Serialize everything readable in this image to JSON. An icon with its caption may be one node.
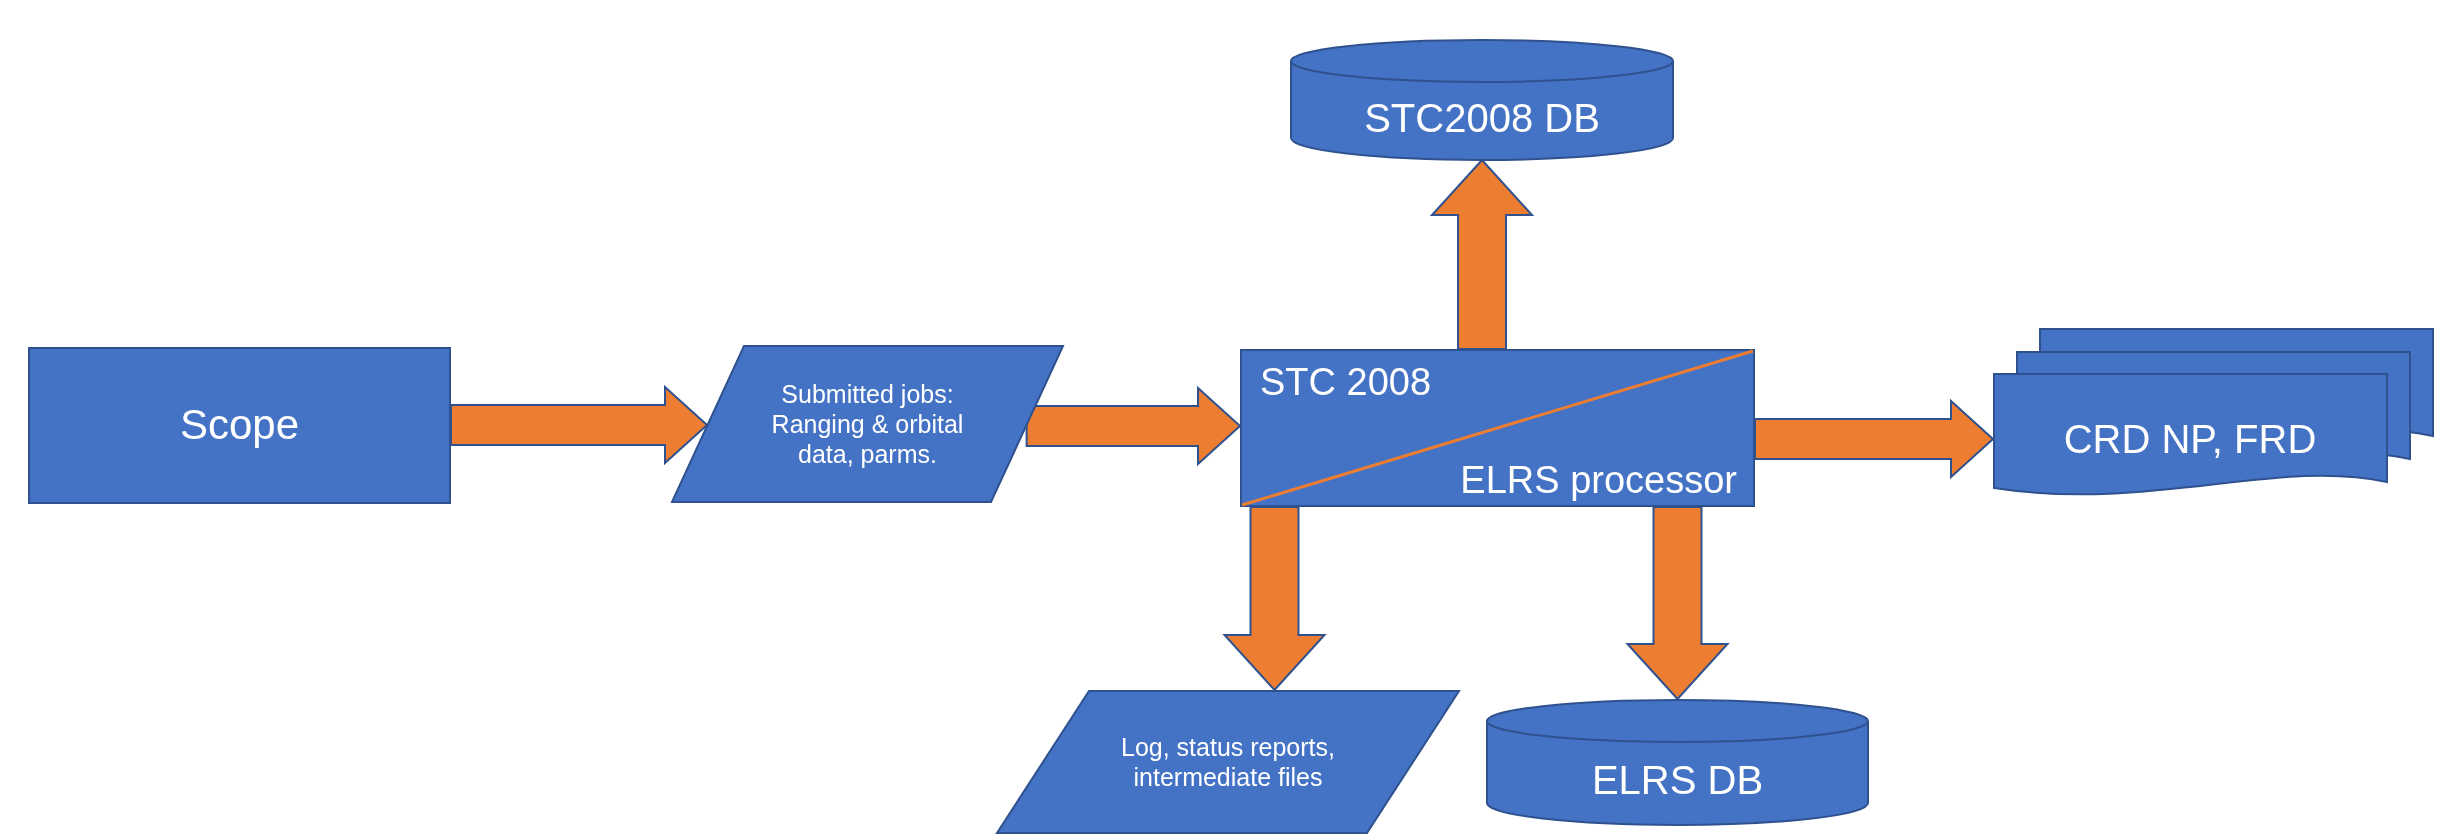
{
  "diagram": {
    "nodes": [
      {
        "text": [
          "Scope"
        ]
      },
      {
        "text": [
          "Submitted jobs: Ranging & orbital data, parms."
        ]
      },
      {
        "text": [
          "STC 2008",
          "ELRS processor"
        ]
      },
      {
        "text": [
          "STC2008 DB"
        ]
      },
      {
        "text": [
          "CRD NP, FRD"
        ]
      },
      {
        "text": [
          "Log, status reports, intermediate files"
        ]
      },
      {
        "text": [
          "ELRS DB"
        ]
      }
    ],
    "edges": [
      {
        "from": 0,
        "to": 1,
        "arrow": "to"
      },
      {
        "from": 1,
        "to": 2,
        "arrow": "to"
      },
      {
        "from": 2,
        "to": 3,
        "arrow": "to"
      },
      {
        "from": 2,
        "to": 4,
        "arrow": "to"
      },
      {
        "from": 2,
        "to": 5,
        "arrow": "to"
      },
      {
        "from": 2,
        "to": 6,
        "arrow": "to"
      }
    ]
  }
}
